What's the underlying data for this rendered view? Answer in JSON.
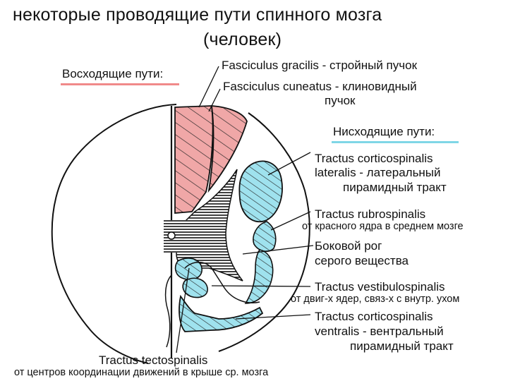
{
  "title": {
    "line1": "некоторые проводящие пути спинного мозга",
    "line2": "(человек)"
  },
  "headings": {
    "ascending": "Восходящие пути:",
    "descending": "Нисходящие пути:"
  },
  "colors": {
    "ascending_fill": "#f0a7a7",
    "descending_fill": "#9fe2ee",
    "ascending_underline": "#f08a8a",
    "descending_underline": "#7fd6e6",
    "line": "#111111"
  },
  "labels": {
    "gracilis": "Fasciculus gracilis - стройный пучок",
    "cuneatus_1": "Fasciculus cuneatus - клиновидный",
    "cuneatus_2": "пучок",
    "cs_lat_1": "Tractus corticospinalis",
    "cs_lat_2": "lateralis - латеральный",
    "cs_lat_3": "пирамидный тракт",
    "rubro_1": "Tractus rubrospinalis",
    "rubro_2": "от красного ядра в среднем мозге",
    "horn_1": "Боковой рог",
    "horn_2": "серого вещества",
    "vest_1": "Tractus vestibulospinalis",
    "vest_2": "от двиг-х ядер, связ-х с внутр. ухом",
    "cs_ven_1": "Tractus corticospinalis",
    "cs_ven_2": "ventralis - вентральный",
    "cs_ven_3": "пирамидный тракт",
    "tecto_1": "Tractus tectospinalis",
    "tecto_2": "от центров координации движений в крыше ср. мозга"
  }
}
